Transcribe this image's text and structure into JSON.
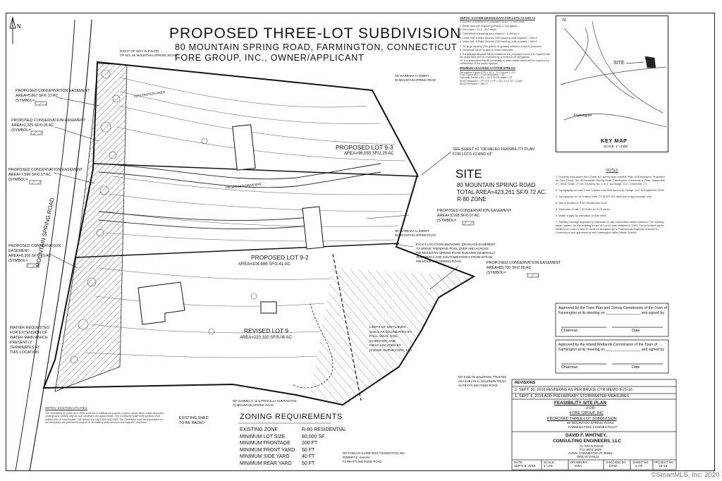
{
  "title": {
    "line1": "PROPOSED THREE-LOT SUBDIVISION",
    "line2": "80 MOUNTAIN SPRING ROAD, FARMINGTON, CONNECTICUT",
    "line3": "FORE GROUP, INC., OWNER/APPLICANT"
  },
  "site": {
    "heading": "SITE",
    "details": "80 MOUNTAIN SPRING ROAD\nTOTAL AREA=423,261 SF/9.72 AC.\nR-80 ZONE"
  },
  "lots": {
    "lot93": {
      "name": "PROPOSED LOT 9-3",
      "area": "AREA=98,055 SF/2.25 AC"
    },
    "lot92": {
      "name": "PROPOSED LOT 9-2",
      "area": "AREA=104,886 SF/2.41 AC"
    },
    "lot9": {
      "name": "REVISED LOT 9",
      "area": "AREA=220,320 SF/5.06 AC"
    }
  },
  "easements": {
    "e1": "PROPOSED CONSERVATION EASEMENT\nAREA=5,867 SF/0.13 AC\n(SYMBOL=",
    "e2": "PROPOSED CONSERVATION EASEMENT\nAREA=2,225 SF/0.05 AC\n(SYMBOL=",
    "e3": "PROPOSED CONSERVATION EASEMENT\nAREA=7,596 SF/0.17 AC\n(SYMBOL=",
    "e4": "PROPOSED CONSERVATION\nEASEMENT\nAREA=8,306 SF/0.19 AC\n(SYMBOL=",
    "e5": "PROPOSED CONSERVATION EASEMENT\nAREA=3,168 SF/0.07 AC\n(SYMBOL=",
    "e6": "PROPOSED CONSERVATION EASEMENT\nAREA=89,700 SF/2.06 AC\n(SYMBOL="
  },
  "annotations": {
    "row": "RIGHT OF WAY IN FAVOR\nOF NO. 80 MOUNTAIN SPRING ROAD",
    "waiver": "WAIVER REQUESTED\nFOR EXTENSION OF\nWATER MAIN WHICH\nPRESENTLY\nTERMINATES AT\nTHIS LOCATION",
    "sheet2": "SEE SHEET #2 \"DETAILED FEASIBILITY PLAN\nFOR LOTS #2 AND #3\"",
    "drainage": "EXACT LOCATION UNKNOWN, DRAINAGE EASEMENT\nTO SERVE TRENDING POOL OVER AND ACROSS\n#90 MOUNTAIN SPRING ROAD RUNNING GENERALLY\nSOUTHERLY AND SOUTHWESTERLY FROM WITHIN\n#90 MOUNTAIN SPRING ROAD",
    "wetlands": "LIMITS OF WETLANDS\nSOILS AS DELINEATED BY\nPAUL ANUS, SOIL\nSCIENTIST, AND\nFIELD LOCATED BY\nHODGE SURVEYORS, LLC",
    "shed": "EXISTING SHED\nTO BE RAZED",
    "mountainRoad": "MOUNTAIN SPRING ROAD",
    "emery1": "N/F BARBARA H. EMERY\n90 MOUNTAIN SPRING ROAD",
    "emery2": "N/F BARBARA H. EMERY\n90 MOUNTAIN SPRING ROAD",
    "waldron": "N/F EVELYN WALDRON, TRUSTEE\nAKA EVELYN H. WALDRON TRUST\n#4 PRATTLING POND ROAD",
    "gold": "N/F SAMUEL G. III & PRISCILLA HUNTINGTON\n76 MOUNTAIN SPRING ROAD",
    "foundation": "N/F FOELCO GUIDE DOG FOUNDATION, INC.\nROBERT E. KAHAN\n#3 PRATTLING POND ROAD",
    "prevDriveway": "PROPOSED DRIVEWAY",
    "infiltration": "INFILTRATION AREA"
  },
  "zoning": {
    "title": "ZONING REQUIREMENTS",
    "rows": [
      {
        "label": "EXISTING ZONE",
        "value": "R-80 RESIDENTIAL"
      },
      {
        "label": "MINIMUM LOT SIZE",
        "value": "80,000 SF"
      },
      {
        "label": "MINIMUM FRONTAGE",
        "value": "200 FT"
      },
      {
        "label": "MINIMUM FRONT YARD",
        "value": "50 FT"
      },
      {
        "label": "MINIMUM SIDE YARD",
        "value": "40 FT"
      },
      {
        "label": "MINIMUM REAR YARD",
        "value": "50 FT"
      }
    ]
  },
  "keymap": {
    "title": "KEY MAP",
    "scale": "SCALE: 1\"=1000'",
    "site": "SITE",
    "town": "Farmington"
  },
  "approvals": {
    "a1": "Approved by the Town Plan and Zoning Commission of the Town of Farmington at its meeting on _________________ and signed by",
    "a2": "Approved by the Inland Wetlands Commission of the Town of Farmington at its meeting on _________________ and signed by",
    "chairman": "Chairman",
    "date": "Date"
  },
  "revisions": {
    "heading": "REVISIONS",
    "r2": "2.  SEPT. 30, 2016  REVISIONS AS PER BRUCE CYR MEMO 9-21-16",
    "r1": "1.  SEPT. 6, 2016  ADD PRELIMINARY STORMWATER MEASURES"
  },
  "titleblock": {
    "plan": "FEASIBILITY SITE PLAN",
    "for": "FOR:",
    "client": "FORE GROUP, INC",
    "project": "PROPOSED THREE-LOT SUBDIVISION",
    "address": "80 MOUNTAIN SPRING ROAD",
    "town": "FARMINGTON, CONNECTICUT",
    "engineer": "DAVID F. WHITNEY,",
    "firm": "CONSULTING ENGINEERS, LLC",
    "addr1": "21 ARCH ROAD",
    "addr2": "P.O. BOX 1620",
    "addr3": "AVON, CONNECTICUT 06001",
    "phone": "(860) 673-8412",
    "dateLabel": "DATE:",
    "dateVal": "SEPT. 8, 2016",
    "scaleLabel": "SCALE:",
    "scaleVal": "1\"=40'",
    "drawnLabel": "DRAWN BY:",
    "drawnVal": "GRA",
    "checkedLabel": "CHECKED BY:",
    "checkedVal": "DFW",
    "sheetLabel": "SHEET NO.",
    "sheetVal": "1 OF",
    "projLabel": "PROJECT NO.",
    "projVal": "16-19"
  },
  "notesHeading": "NOTES",
  "notes": [
    "1.  Property lines taken from Class A-2 survey map entitled \"Plan of Subdivision, Proposed for Fore Group, Inc. 80 Mountain Spring Road, Farmington, Connecticut, Date: September 27, 2016, Scale: 1\"=40', Drawing No. 1 of 1\" by Hodge, LLC, Unionville, CT.",
    "2.  Topography on Lots 2 and 3 taken from field survey by Hodge, LLC in September 2016.",
    "3.  Topography on Lot 9 taken from CT DEEP GIS data and is approximate only.",
    "4.  Site is located in R-80 Residential Zone.",
    "5.  Total area of site = 423,261 sf / 9.72 acres.",
    "6.  Water supply by individual on-site wells.",
    "7.  Sanitary sewage disposal by individual on-site subsurface septic systems. The existing septic system for the existing house on Lot #1 was installed in 1993. The proposed septic systems for Lots #2 and #3 must be designed by a Professional Engineer licensed in Connecticut and approved by the Farmington Valley Health District."
  ],
  "septicHeading": "SEPTIC SYSTEM DESIGN DATA FOR LOTS #2 AND #3",
  "septicNotes": [
    "1.  Number of bedrooms in proposed house = 4 bedrooms",
    "2.  Septic tank size required (primary): 1,250 gallons",
    "3.  Perc rates = 10.1 - 30.0 min/in",
    "4.  Total effective leaching area required = 1,250 sq. ft.",
    "5.  Linear feet of Elijen Geomat 1200 leaching units required = 185 LF",
    "6.  Linear feet of Elijen Geomat 1200 leaching units provided = 185 LF",
    "7.  No large capacity (100 gallons or greater) whirlpool or spa is proposed.",
    "8.  Oil tank(s) will be located in house basement.",
    "9.  If a garbage disposal will be installed in the proposed house, it is required that the septic tank size be increased by a minimum of 250 gallons.",
    "10. It is anticipated that fill (consisting of 'select septic sand') will be required for construction of the septic systems."
  ],
  "leachingHeading": "MINIMUM LEACHING SYSTEM SPREAD",
  "leachingNotes": [
    "Percolation Factor (PF) = 10.1 - 30.0 min/in = 1.5",
    "Flow Factor (FF) = Four bedrooms = 33",
    "Hydraulic Factor (HF) = 18.1-24.0% slope = 22",
    "MLSS Required = HF x FF x PF = 33 x 1.5 x 22 = 1,089",
    "MLSS Provided = 185 LF"
  ],
  "utilitiesHeading": "NOTES: EXISTING UTILITIES",
  "utilitiesText": "The indications on plans as to other contract or building documents of pipes, ducts, wires, water and other underground utilities, objects and conditions are approximate. The Contractor shall verify location of all utilities prior to construction. Call Before You Dig 1-800-922-4455. The Contractor shall be responsible for the temporary and permanent support of all existing utility services and adjacent structures.",
  "watermark": "©SmartMLS, Inc. 2020"
}
